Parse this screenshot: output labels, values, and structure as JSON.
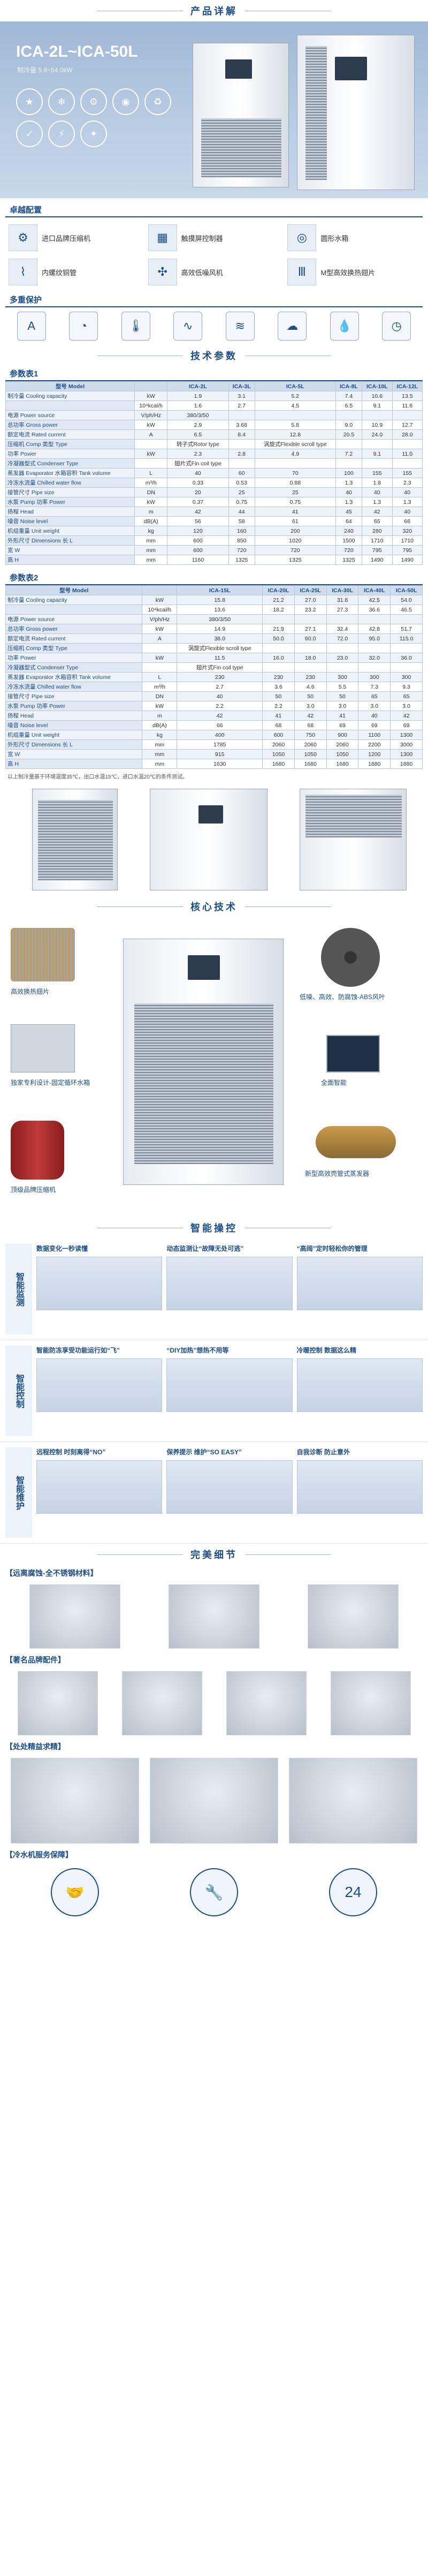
{
  "section_titles": {
    "product_detail": "产品详解",
    "tech_params": "技术参数",
    "core_tech": "核心技术",
    "smart_control": "智能操控",
    "perfect_detail": "完美细节"
  },
  "hero": {
    "model": "ICA-2L~ICA-50L",
    "subtitle": "制冷量 5.9~54.0kW"
  },
  "config": {
    "heading": "卓越配置",
    "items": [
      {
        "icon": "compressor-icon",
        "label": "进口品牌压缩机"
      },
      {
        "icon": "touch-icon",
        "label": "触摸屏控制器"
      },
      {
        "icon": "tank-icon",
        "label": "圆形水箱"
      },
      {
        "icon": "pump-icon",
        "label": "内螺纹铜管"
      },
      {
        "icon": "fan-icon",
        "label": "高效低噪风机"
      },
      {
        "icon": "fin-icon",
        "label": "M型高效换热翅片"
      }
    ]
  },
  "protection": {
    "heading": "多重保护",
    "items": [
      {
        "icon": "a-icon",
        "label": ""
      },
      {
        "icon": "gauge-icon",
        "label": ""
      },
      {
        "icon": "thermo-icon",
        "label": ""
      },
      {
        "icon": "phase-icon",
        "label": ""
      },
      {
        "icon": "wave-icon",
        "label": ""
      },
      {
        "icon": "water-icon",
        "label": ""
      },
      {
        "icon": "drop-icon",
        "label": ""
      },
      {
        "icon": "clock-icon",
        "label": ""
      }
    ]
  },
  "spec1": {
    "heading": "参数表1",
    "header": [
      "型号 Model",
      "",
      "ICA-2L",
      "ICA-3L",
      "ICA-5L",
      "ICA-8L",
      "ICA-10L",
      "ICA-12L"
    ],
    "rows": [
      [
        "制冷量 Cooling capacity",
        "kW",
        "1.9",
        "3.1",
        "5.2",
        "7.4",
        "10.6",
        "13.5"
      ],
      [
        "",
        "10⁴kcal/h",
        "1.6",
        "2.7",
        "4.5",
        "6.5",
        "9.1",
        "11.6"
      ],
      [
        "电源 Power source",
        "V/ph/Hz",
        "380/3/50",
        "",
        "",
        "",
        "",
        ""
      ],
      [
        "总功率 Gross power",
        "kW",
        "2.9",
        "3.68",
        "5.8",
        "9.0",
        "10.9",
        "12.7"
      ],
      [
        "额定电流 Rated current",
        "A",
        "6.5",
        "8.4",
        "12.8",
        "20.5",
        "24.0",
        "28.0"
      ],
      [
        "压缩机 Comp 类型 Type",
        "",
        "转子式Rotor type",
        "",
        "涡旋式Flexible scroll type",
        "",
        "",
        ""
      ],
      [
        "功率 Power",
        "kW",
        "2.3",
        "2.8",
        "4.9",
        "7.2",
        "9.1",
        "11.0"
      ],
      [
        "冷凝器型式 Condenser Type",
        "",
        "翅片式Fin coil type",
        "",
        "",
        "",
        "",
        ""
      ],
      [
        "蒸发器 Evaporator 水箱容积 Tank volume",
        "L",
        "40",
        "60",
        "70",
        "100",
        "155",
        "155"
      ],
      [
        "冷冻水流量 Chilled water flow",
        "m³/h",
        "0.33",
        "0.53",
        "0.88",
        "1.3",
        "1.8",
        "2.3"
      ],
      [
        "接管尺寸 Pipe size",
        "DN",
        "20",
        "25",
        "25",
        "40",
        "40",
        "40"
      ],
      [
        "水泵 Pump 功率 Power",
        "kW",
        "0.37",
        "0.75",
        "0.75",
        "1.3",
        "1.3",
        "1.3"
      ],
      [
        "扬程 Head",
        "m",
        "42",
        "44",
        "41",
        "45",
        "42",
        "40"
      ],
      [
        "噪音 Noise level",
        "dB(A)",
        "56",
        "58",
        "61",
        "64",
        "65",
        "66"
      ],
      [
        "机组重量 Unit weight",
        "kg",
        "120",
        "160",
        "200",
        "240",
        "280",
        "320"
      ],
      [
        "外形尺寸 Dimensions 长 L",
        "mm",
        "600",
        "850",
        "1020",
        "1500",
        "1710",
        "1710"
      ],
      [
        "宽 W",
        "mm",
        "600",
        "720",
        "720",
        "720",
        "795",
        "795"
      ],
      [
        "高 H",
        "mm",
        "1160",
        "1325",
        "1325",
        "1325",
        "1490",
        "1490"
      ]
    ]
  },
  "spec2": {
    "heading": "参数表2",
    "header": [
      "型号 Model",
      "",
      "ICA-15L",
      "ICA-20L",
      "ICA-25L",
      "ICA-30L",
      "ICA-40L",
      "ICA-50L"
    ],
    "rows": [
      [
        "制冷量 Cooling capacity",
        "kW",
        "15.8",
        "21.2",
        "27.0",
        "31.8",
        "42.5",
        "54.0"
      ],
      [
        "",
        "10⁴kcal/h",
        "13.6",
        "18.2",
        "23.2",
        "27.3",
        "36.6",
        "46.5"
      ],
      [
        "电源 Power source",
        "V/ph/Hz",
        "380/3/50",
        "",
        "",
        "",
        "",
        ""
      ],
      [
        "总功率 Gross power",
        "kW",
        "14.9",
        "21.9",
        "27.1",
        "32.4",
        "42.8",
        "51.7"
      ],
      [
        "额定电流 Rated current",
        "A",
        "38.0",
        "50.0",
        "60.0",
        "72.0",
        "95.0",
        "115.0"
      ],
      [
        "压缩机 Comp 类型 Type",
        "",
        "涡旋式Flexible scroll type",
        "",
        "",
        "",
        "",
        ""
      ],
      [
        "功率 Power",
        "kW",
        "11.5",
        "16.0",
        "18.0",
        "23.0",
        "32.0",
        "36.0"
      ],
      [
        "冷凝器型式 Condenser Type",
        "",
        "翅片式Fin coil type",
        "",
        "",
        "",
        "",
        ""
      ],
      [
        "蒸发器 Evaporator 水箱容积 Tank volume",
        "L",
        "230",
        "230",
        "230",
        "300",
        "300",
        "300"
      ],
      [
        "冷冻水流量 Chilled water flow",
        "m³/h",
        "2.7",
        "3.6",
        "4.6",
        "5.5",
        "7.3",
        "9.3"
      ],
      [
        "接管尺寸 Pipe size",
        "DN",
        "40",
        "50",
        "50",
        "50",
        "65",
        "65"
      ],
      [
        "水泵 Pump 功率 Power",
        "kW",
        "2.2",
        "2.2",
        "3.0",
        "3.0",
        "3.0",
        "3.0"
      ],
      [
        "扬程 Head",
        "m",
        "42",
        "41",
        "42",
        "41",
        "40",
        "42"
      ],
      [
        "噪音 Noise level",
        "dB(A)",
        "66",
        "68",
        "68",
        "69",
        "69",
        "69"
      ],
      [
        "机组重量 Unit weight",
        "kg",
        "400",
        "600",
        "750",
        "900",
        "1100",
        "1300"
      ],
      [
        "外形尺寸 Dimensions 长 L",
        "mm",
        "1785",
        "2060",
        "2060",
        "2060",
        "2200",
        "3000"
      ],
      [
        "宽 W",
        "mm",
        "915",
        "1050",
        "1050",
        "1050",
        "1200",
        "1300"
      ],
      [
        "高 H",
        "mm",
        "1630",
        "1680",
        "1680",
        "1680",
        "1880",
        "1880"
      ]
    ]
  },
  "spec_note": "以上制冷量基于环境温度35℃，出口水温15℃，进口水温20℃的条件测试。",
  "core_tech": {
    "labels": [
      "高效换热翅片",
      "低噪、高效、防腐蚀-ABS风叶",
      "独家专利设计-固定循环水箱",
      "全面智能",
      "顶级品牌压缩机",
      "新型高效壳管式蒸发器"
    ]
  },
  "smart": {
    "blocks": [
      {
        "side": "智能监测",
        "cols": [
          {
            "hd": "数据变化一秒读懂",
            "desc": ""
          },
          {
            "hd": "动态监测让“故障无处可逃”",
            "desc": ""
          },
          {
            "hd": "“高阔”定时轻松你的管理",
            "desc": ""
          }
        ]
      },
      {
        "side": "智能控制",
        "cols": [
          {
            "hd": "智能防冻享受功能运行如“飞”",
            "desc": ""
          },
          {
            "hd": "“DIY加热”想热不用等",
            "desc": ""
          },
          {
            "hd": "冷暖控制 数据这么精",
            "desc": ""
          }
        ]
      },
      {
        "side": "智能维护",
        "cols": [
          {
            "hd": "远程控制 时刻离得“NO”",
            "desc": ""
          },
          {
            "hd": "保养提示 维护“SO EASY”",
            "desc": ""
          },
          {
            "hd": "自我诊断 防止意外",
            "desc": ""
          }
        ]
      }
    ]
  },
  "details": {
    "groups": [
      {
        "heading": "【远离腐蚀-全不锈钢材料】",
        "items": [
          "",
          "",
          ""
        ]
      },
      {
        "heading": "【著名品牌配件】",
        "items": [
          "",
          "",
          "",
          ""
        ]
      },
      {
        "heading": "【处处精益求精】",
        "items": [
          "",
          "",
          ""
        ]
      },
      {
        "heading": "【冷水机服务保障】",
        "items": [
          "",
          "",
          ""
        ]
      }
    ]
  }
}
